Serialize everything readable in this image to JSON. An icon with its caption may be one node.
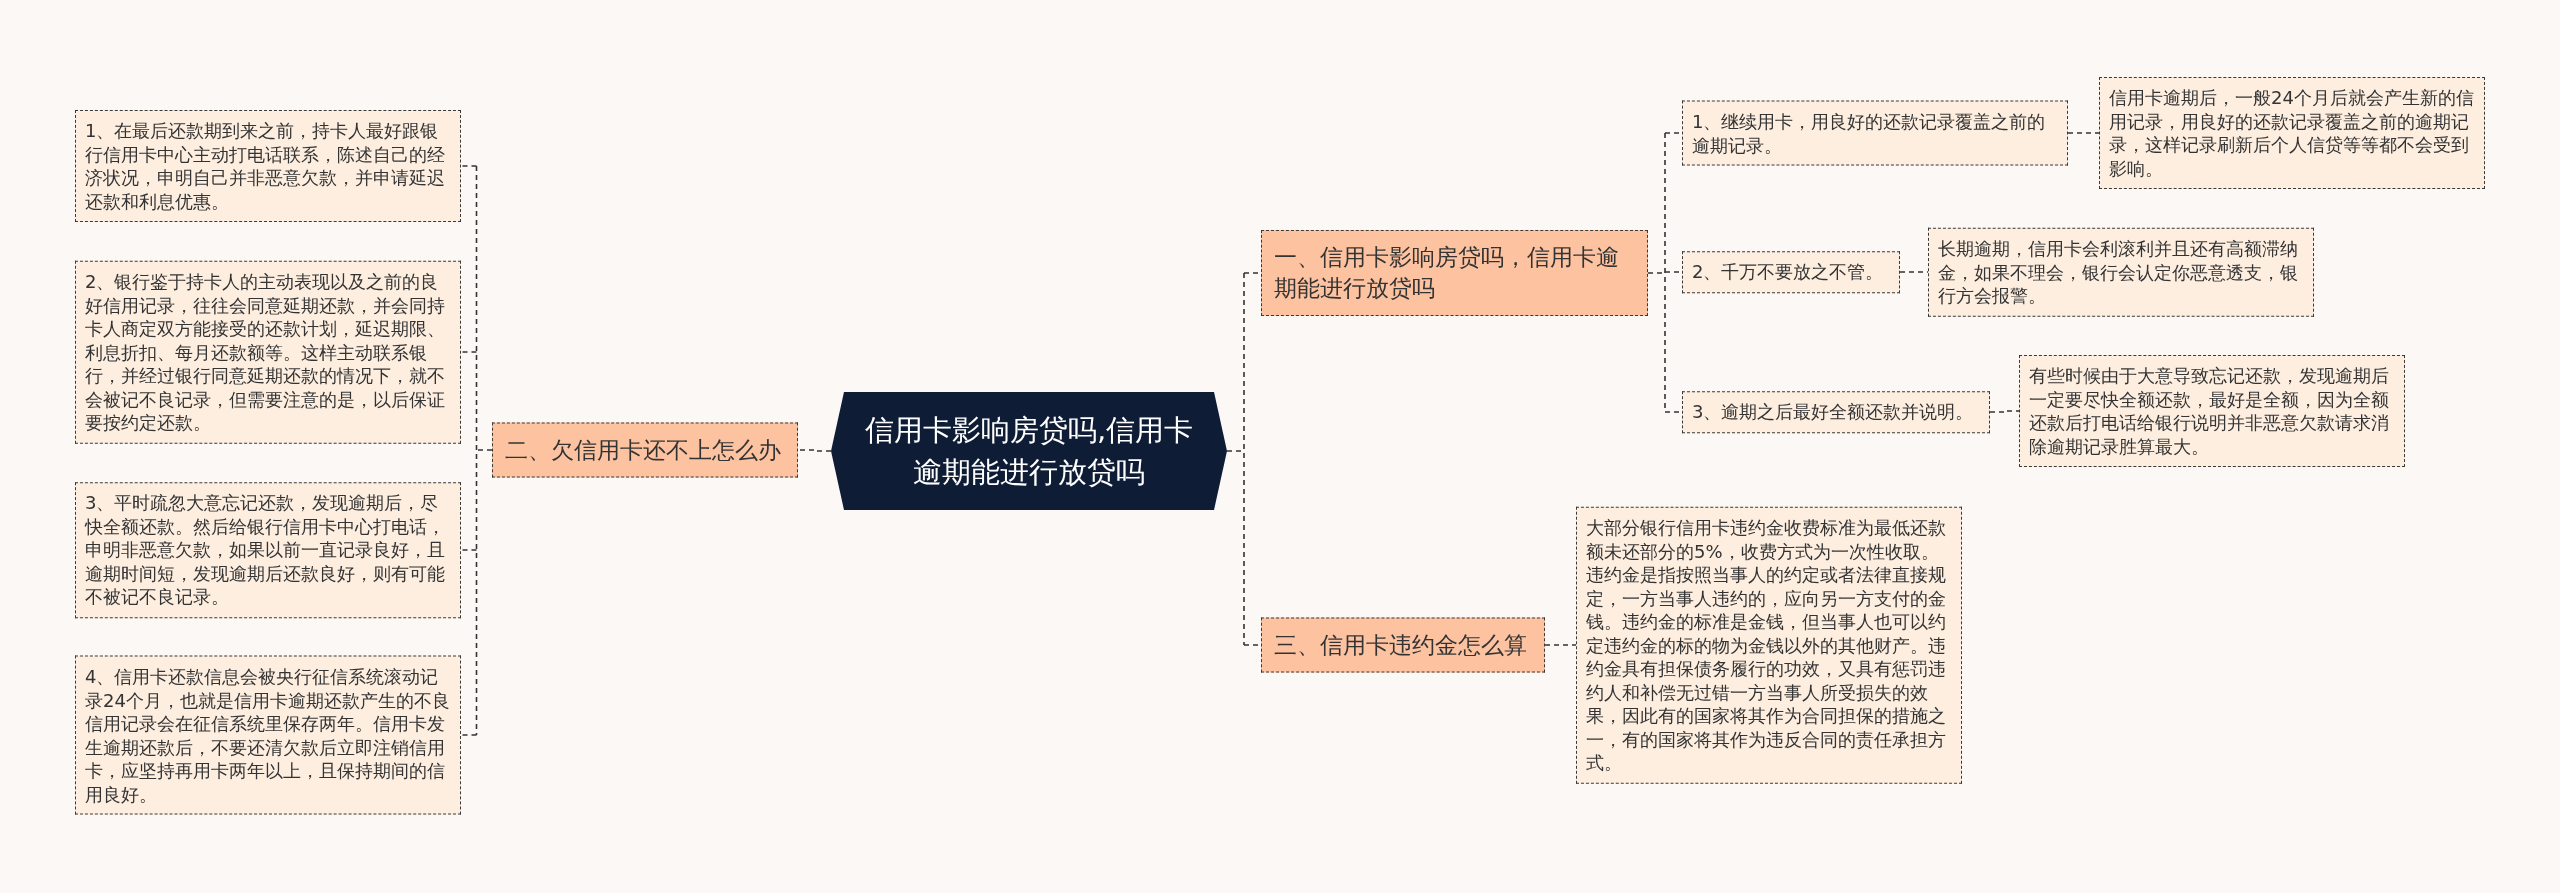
{
  "diagram": {
    "nodes": [
      {
        "text": [
          "信用卡影响房贷吗,信用卡逾期能进行放贷吗"
        ]
      },
      {
        "text": [
          "二、欠信用卡还不上怎么办"
        ]
      },
      {
        "text": [
          "1、在最后还款期到来之前，持卡人最好跟银行信用卡中心主动打电话联系，陈述自己的经济状况，申明自己并非恶意欠款，并申请延迟还款和利息优惠。"
        ]
      },
      {
        "text": [
          "2、银行鉴于持卡人的主动表现以及之前的良好信用记录，往往会同意延期还款，并会同持卡人商定双方能接受的还款计划，延迟期限、利息折扣、每月还款额等。这样主动联系银行，并经过银行同意延期还款的情况下，就不会被记不良记录，但需要注意的是，以后保证要按约定还款。"
        ]
      },
      {
        "text": [
          "3、平时疏忽大意忘记还款，发现逾期后，尽快全额还款。然后给银行信用卡中心打电话，申明非恶意欠款，如果以前一直记录良好，且逾期时间短，发现逾期后还款良好，则有可能不被记不良记录。"
        ]
      },
      {
        "text": [
          "4、信用卡还款信息会被央行征信系统滚动记录24个月，也就是信用卡逾期还款产生的不良信用记录会在征信系统里保存两年。信用卡发生逾期还款后，不要还清欠款后立即注销信用卡，应坚持再用卡两年以上，且保持期间的信用良好。"
        ]
      },
      {
        "text": [
          "一、信用卡影响房贷吗，信用卡逾期能进行放贷吗"
        ]
      },
      {
        "text": [
          "1、继续用卡，用良好的还款记录覆盖之前的逾期记录。"
        ]
      },
      {
        "text": [
          "信用卡逾期后，一般24个月后就会产生新的信用记录，用良好的还款记录覆盖之前的逾期记录，这样记录刷新后个人信贷等等都不会受到影响。"
        ]
      },
      {
        "text": [
          "2、千万不要放之不管。"
        ]
      },
      {
        "text": [
          "长期逾期，信用卡会利滚利并且还有高额滞纳金，如果不理会，银行会认定你恶意透支，银行方会报警。"
        ]
      },
      {
        "text": [
          "3、逾期之后最好全额还款并说明。"
        ]
      },
      {
        "text": [
          "有些时候由于大意导致忘记还款，发现逾期后一定要尽快全额还款，最好是全额，因为全额还款后打电话给银行说明并非恶意欠款请求消除逾期记录胜算最大。"
        ]
      },
      {
        "text": [
          "三、信用卡违约金怎么算"
        ]
      },
      {
        "text": [
          "大部分银行信用卡违约金收费标准为最低还款额未还部分的5%，收费方式为一次性收取。违约金是指按照当事人的约定或者法律直接规定，一方当事人违约的，应向另一方支付的金钱。违约金的标准是金钱，但当事人也可以约定违约金的标的物为金钱以外的其他财产。违约金具有担保债务履行的功效，又具有惩罚违约人和补偿无过错一方当事人所受损失的效果，因此有的国家将其作为合同担保的措施之一，有的国家将其作为违反合同的责任承担方式。"
        ]
      }
    ],
    "edges": [
      {
        "from": 0,
        "to": 1,
        "arrow": "none"
      },
      {
        "from": 1,
        "to": 2,
        "arrow": "none"
      },
      {
        "from": 1,
        "to": 3,
        "arrow": "none"
      },
      {
        "from": 1,
        "to": 4,
        "arrow": "none"
      },
      {
        "from": 1,
        "to": 5,
        "arrow": "none"
      },
      {
        "from": 0,
        "to": 6,
        "arrow": "none"
      },
      {
        "from": 6,
        "to": 7,
        "arrow": "none"
      },
      {
        "from": 7,
        "to": 8,
        "arrow": "none"
      },
      {
        "from": 6,
        "to": 9,
        "arrow": "none"
      },
      {
        "from": 9,
        "to": 10,
        "arrow": "none"
      },
      {
        "from": 6,
        "to": 11,
        "arrow": "none"
      },
      {
        "from": 11,
        "to": 12,
        "arrow": "none"
      },
      {
        "from": 0,
        "to": 13,
        "arrow": "none"
      },
      {
        "from": 13,
        "to": 14,
        "arrow": "none"
      }
    ]
  }
}
